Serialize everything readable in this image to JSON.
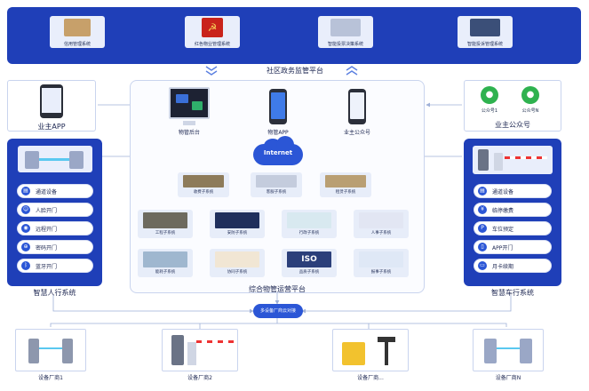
{
  "top_systems": [
    {
      "label": "信用管理系统",
      "icon": "document-icon"
    },
    {
      "label": "红色物业管理系统",
      "icon": "party-flag-icon"
    },
    {
      "label": "智能投票决策系统",
      "icon": "vote-icon"
    },
    {
      "label": "智能投诉管理系统",
      "icon": "complaint-icon"
    }
  ],
  "platform_title": "社区政务监管平台",
  "owner_app_label": "业主APP",
  "wechat": {
    "account1": "公众号1",
    "accountN": "公众号N",
    "caption": "业主公众号"
  },
  "clients": [
    {
      "label": "物管后台",
      "icon": "monitor-icon"
    },
    {
      "label": "物管APP",
      "icon": "phone-icon"
    },
    {
      "label": "业主公众号",
      "icon": "phone-icon"
    }
  ],
  "internet_label": "Internet",
  "core_tiles_row1": [
    {
      "label": "收费子系统"
    },
    {
      "label": "客服子系统"
    },
    {
      "label": "租赁子系统"
    }
  ],
  "core_tiles_row2": [
    {
      "label": "工程子系统"
    },
    {
      "label": "安防子系统"
    },
    {
      "label": "行政子系统"
    },
    {
      "label": "人事子系统"
    }
  ],
  "core_tiles_row3": [
    {
      "label": "能耗子系统"
    },
    {
      "label": "协同子系统"
    },
    {
      "label": "品质子系统",
      "badge": "ISO"
    },
    {
      "label": "报事子系统"
    }
  ],
  "core_platform_caption": "综合物管运营平台",
  "pedestrian": {
    "caption": "智慧人行系统",
    "items": [
      {
        "label": "通道设备",
        "icon": "gate-icon"
      },
      {
        "label": "人脸开门",
        "icon": "face-icon"
      },
      {
        "label": "远程开门",
        "icon": "remote-icon"
      },
      {
        "label": "密码开门",
        "icon": "password-icon"
      },
      {
        "label": "蓝牙开门",
        "icon": "bluetooth-icon"
      }
    ]
  },
  "vehicle": {
    "caption": "智慧车行系统",
    "items": [
      {
        "label": "通道设备",
        "icon": "gate-icon"
      },
      {
        "label": "临停缴费",
        "icon": "payment-icon"
      },
      {
        "label": "车位预定",
        "icon": "parking-icon"
      },
      {
        "label": "APP开门",
        "icon": "app-icon"
      },
      {
        "label": "月卡续期",
        "icon": "card-icon"
      }
    ]
  },
  "cloud_gateway": "多设备厂商云对接",
  "devices": [
    {
      "label": "设备厂商1"
    },
    {
      "label": "设备厂商2"
    },
    {
      "label": "设备厂商..."
    },
    {
      "label": "设备厂商N"
    }
  ],
  "colors": {
    "primary": "#1f3fb8",
    "cloud": "#2b56d6",
    "light": "#e9eefb"
  }
}
